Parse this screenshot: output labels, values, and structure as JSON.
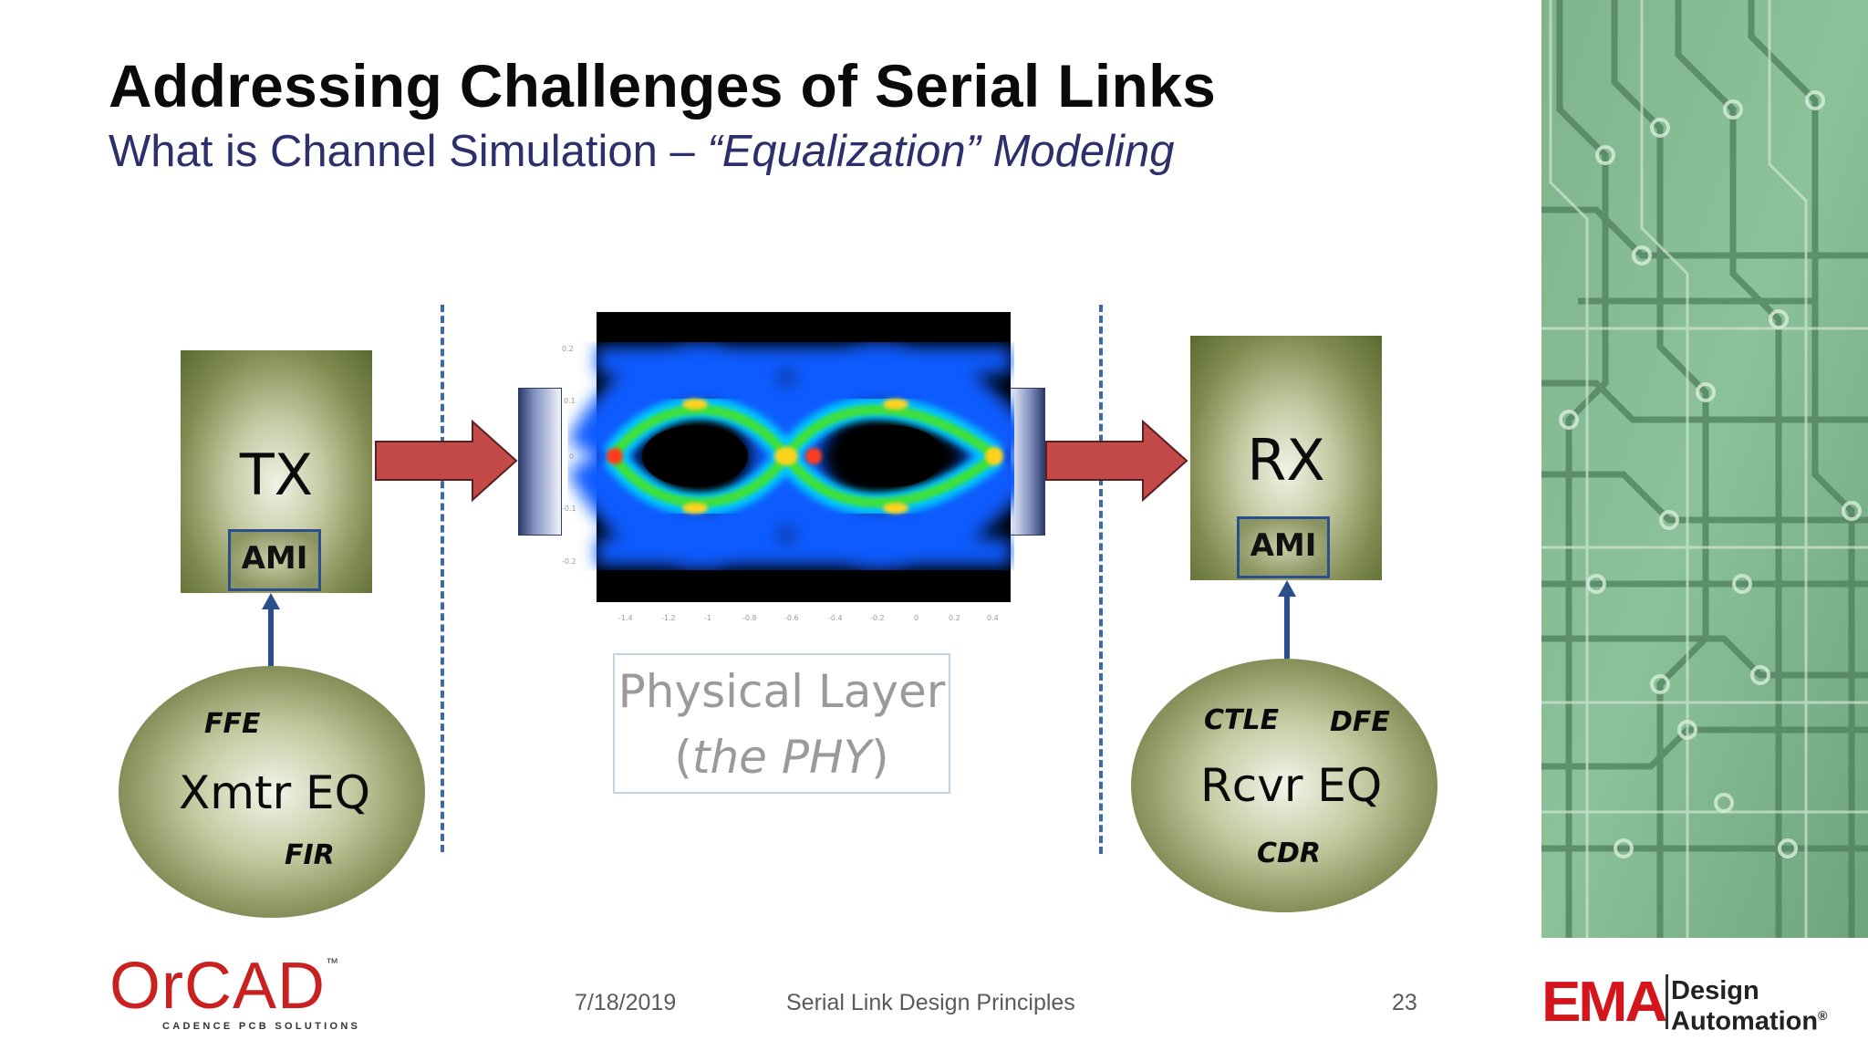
{
  "title": "Addressing Challenges of Serial Links",
  "subtitle": {
    "prefix": "What is Channel Simulation – ",
    "emphasis": "“Equalization” Modeling"
  },
  "tx": {
    "label": "TX",
    "ami": "AMI"
  },
  "rx": {
    "label": "RX",
    "ami": "AMI"
  },
  "xmtr": {
    "label": "Xmtr EQ",
    "tag_top": "FFE",
    "tag_bottom": "FIR"
  },
  "rcvr": {
    "label": "Rcvr EQ",
    "tag_left": "CTLE",
    "tag_right": "DFE",
    "tag_bottom": "CDR"
  },
  "phy": {
    "line1": "Physical Layer",
    "line2_paren_open": "(",
    "line2_italic": "the PHY",
    "line2_paren_close": ")"
  },
  "eye_axis": {
    "y_ticks": [
      "0.2",
      "0.1",
      "0",
      "-0.1",
      "-0.2"
    ],
    "x_ticks": [
      "-1.4",
      "-1.2",
      "-1",
      "-0.8",
      "-0.6",
      "-0.4",
      "-0.2",
      "0",
      "0.2",
      "0.4"
    ]
  },
  "footer": {
    "date": "7/18/2019",
    "title": "Serial Link Design Principles",
    "page": "23"
  },
  "logos": {
    "orcad": "OrCAD",
    "orcad_tm": "™",
    "orcad_tagline": "CADENCE PCB SOLUTIONS",
    "ema": "EMA",
    "ema_design": "Design",
    "ema_automation": "Automation",
    "ema_reg": "®"
  },
  "colors": {
    "title": "#0a0a0a",
    "subtitle": "#2c2f6b",
    "block_dark": "#5a6a2e",
    "arrow": "#c44a4a",
    "dashed_line": "#3b6aa8",
    "orcad_red": "#c8211f",
    "ema_red": "#d4161c",
    "pcb_green": "#78b087"
  }
}
